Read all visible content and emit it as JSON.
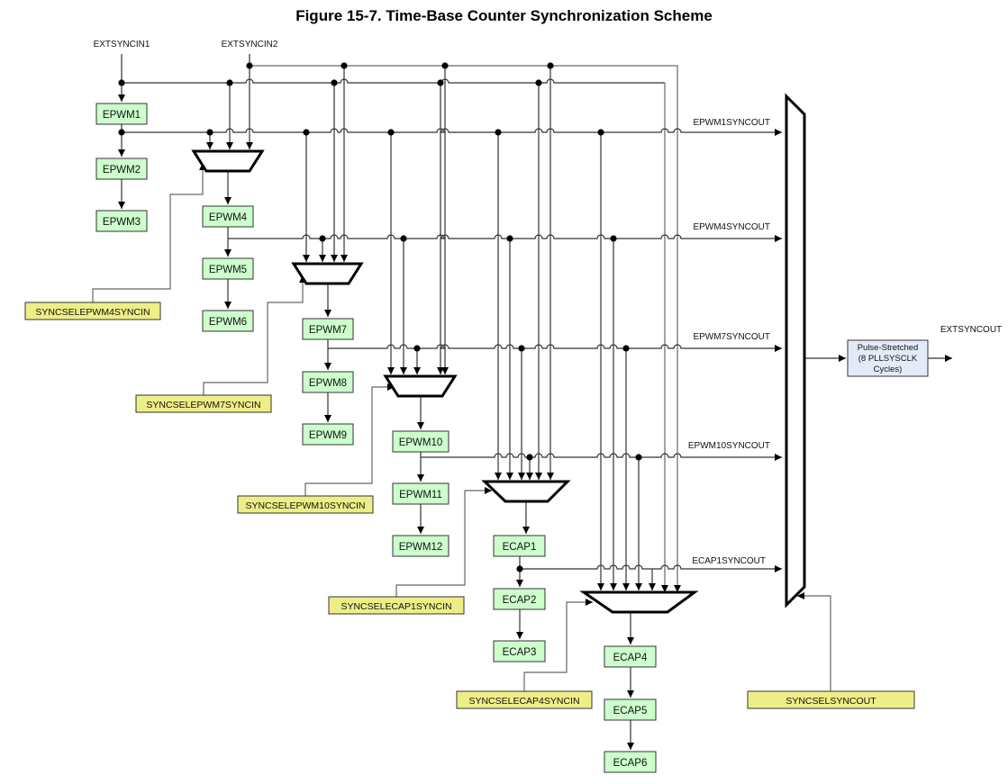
{
  "title": "Figure 15-7. Time-Base Counter Synchronization Scheme",
  "colors": {
    "module_fill": "#ccffcc",
    "selector_fill": "#eeee88",
    "pulse_fill": "#e4ebf8",
    "wire": "#333333"
  },
  "inputs": {
    "extsyncin1": "EXTSYNCIN1",
    "extsyncin2": "EXTSYNCIN2"
  },
  "modules": {
    "epwm1": "EPWM1",
    "epwm2": "EPWM2",
    "epwm3": "EPWM3",
    "epwm4": "EPWM4",
    "epwm5": "EPWM5",
    "epwm6": "EPWM6",
    "epwm7": "EPWM7",
    "epwm8": "EPWM8",
    "epwm9": "EPWM9",
    "epwm10": "EPWM10",
    "epwm11": "EPWM11",
    "epwm12": "EPWM12",
    "ecap1": "ECAP1",
    "ecap2": "ECAP2",
    "ecap3": "ECAP3",
    "ecap4": "ECAP4",
    "ecap5": "ECAP5",
    "ecap6": "ECAP6"
  },
  "selectors": {
    "epwm4": "SYNCSELEPWM4SYNCIN",
    "epwm7": "SYNCSELEPWM7SYNCIN",
    "epwm10": "SYNCSELEPWM10SYNCIN",
    "ecap1": "SYNCSELECAP1SYNCIN",
    "ecap4": "SYNCSELECAP4SYNCIN",
    "syncout": "SYNCSELSYNCOUT"
  },
  "syncouts": {
    "epwm1": "EPWM1SYNCOUT",
    "epwm4": "EPWM4SYNCOUT",
    "epwm7": "EPWM7SYNCOUT",
    "epwm10": "EPWM10SYNCOUT",
    "ecap1": "ECAP1SYNCOUT"
  },
  "output": {
    "label": "EXTSYNCOUT",
    "pulse_line1": "Pulse-Stretched",
    "pulse_line2": "(8 PLLSYSCLK",
    "pulse_line3": "Cycles)"
  }
}
